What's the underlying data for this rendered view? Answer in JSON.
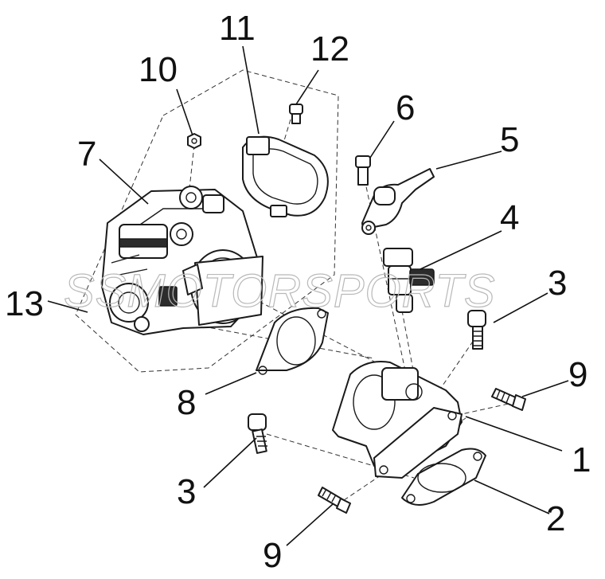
{
  "diagram": {
    "watermark": "SSMOTORSPORTS",
    "callouts": {
      "p1": "1",
      "p2": "2",
      "p3a": "3",
      "p3b": "3",
      "p4": "4",
      "p5": "5",
      "p6": "6",
      "p7": "7",
      "p8": "8",
      "p9a": "9",
      "p9b": "9",
      "p10": "10",
      "p11": "11",
      "p12": "12",
      "p13": "13"
    }
  }
}
